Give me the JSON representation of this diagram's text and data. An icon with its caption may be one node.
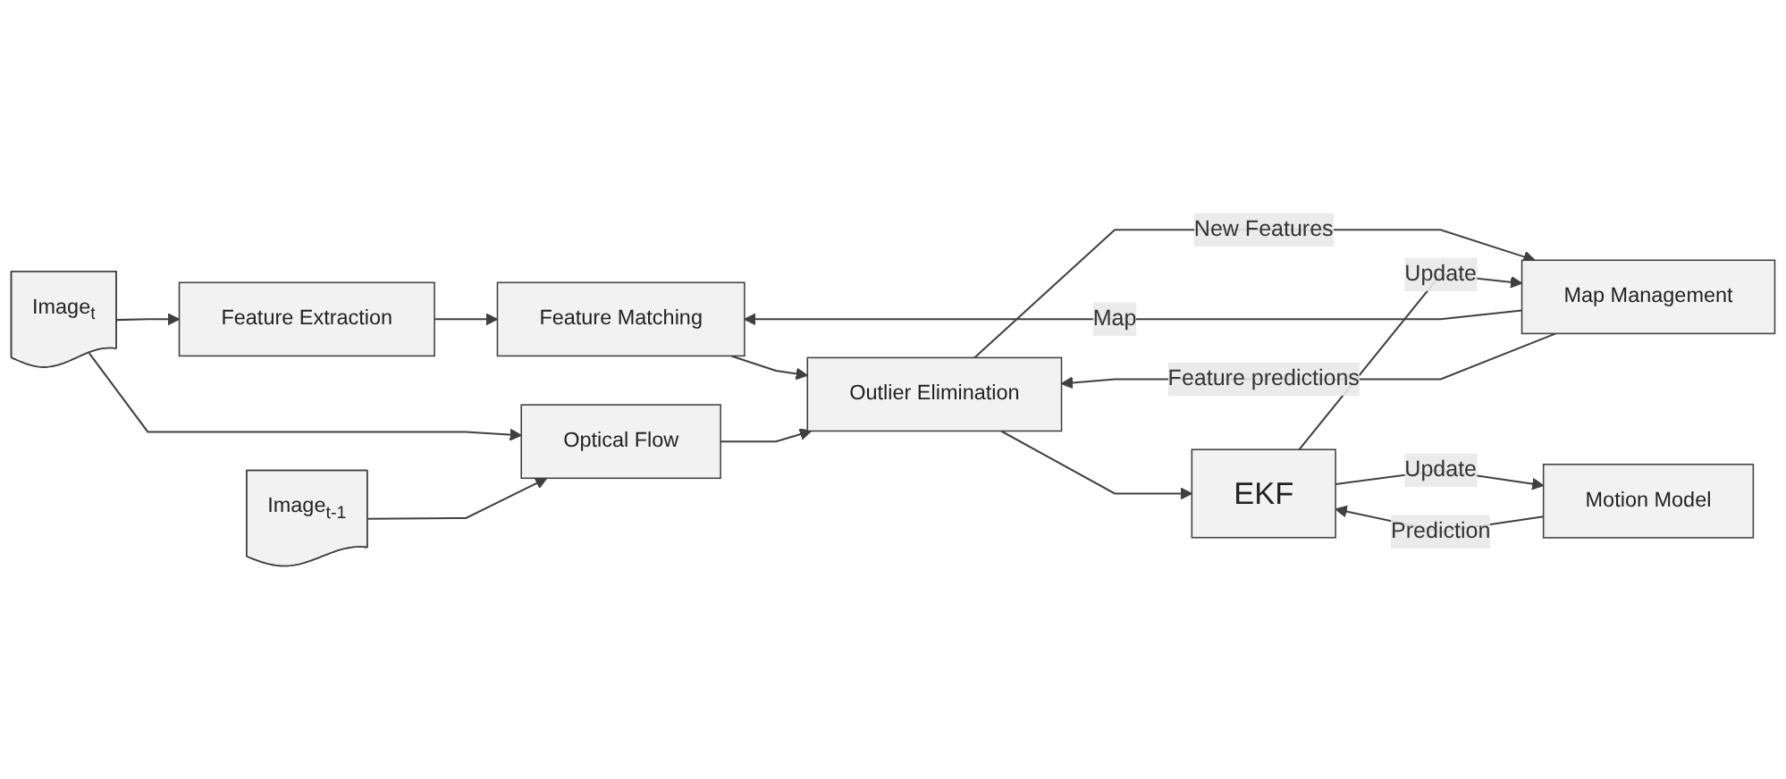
{
  "diagram": {
    "nodes": [
      {
        "text": [
          "Image$_{t}$"
        ]
      },
      {
        "text": [
          "Image$_{t-1}$"
        ]
      },
      {
        "text": [
          "Feature Extraction"
        ]
      },
      {
        "text": [
          "Optical Flow"
        ]
      },
      {
        "text": [
          "Feature Matching"
        ]
      },
      {
        "text": [
          "Map Management"
        ]
      },
      {
        "text": [
          "Outlier Elimination"
        ]
      },
      {
        "text": [
          "EKF"
        ]
      },
      {
        "text": [
          "Motion Model"
        ]
      }
    ],
    "edges": [
      {
        "from": 0,
        "to": 2,
        "arrow": "to"
      },
      {
        "from": 0,
        "to": 3,
        "arrow": "to"
      },
      {
        "from": 1,
        "to": 3,
        "arrow": "to"
      },
      {
        "from": 2,
        "to": 4,
        "arrow": "to"
      },
      {
        "from": 4,
        "to": 6,
        "arrow": "to"
      },
      {
        "from": 3,
        "to": 6,
        "arrow": "to"
      },
      {
        "from": 6,
        "to": 7,
        "arrow": "to"
      },
      {
        "from": 5,
        "to": 4,
        "arrow": "to",
        "label": "Map"
      },
      {
        "from": 5,
        "to": 6,
        "arrow": "to",
        "label": "Feature predictions"
      },
      {
        "from": 6,
        "to": 5,
        "arrow": "to",
        "label": "New Features"
      },
      {
        "from": 7,
        "to": 5,
        "arrow": "to",
        "label": "Update"
      },
      {
        "from": 8,
        "to": 7,
        "arrow": "to",
        "label": "Prediction"
      },
      {
        "from": 7,
        "to": 8,
        "arrow": "to",
        "label": "Update"
      }
    ]
  }
}
